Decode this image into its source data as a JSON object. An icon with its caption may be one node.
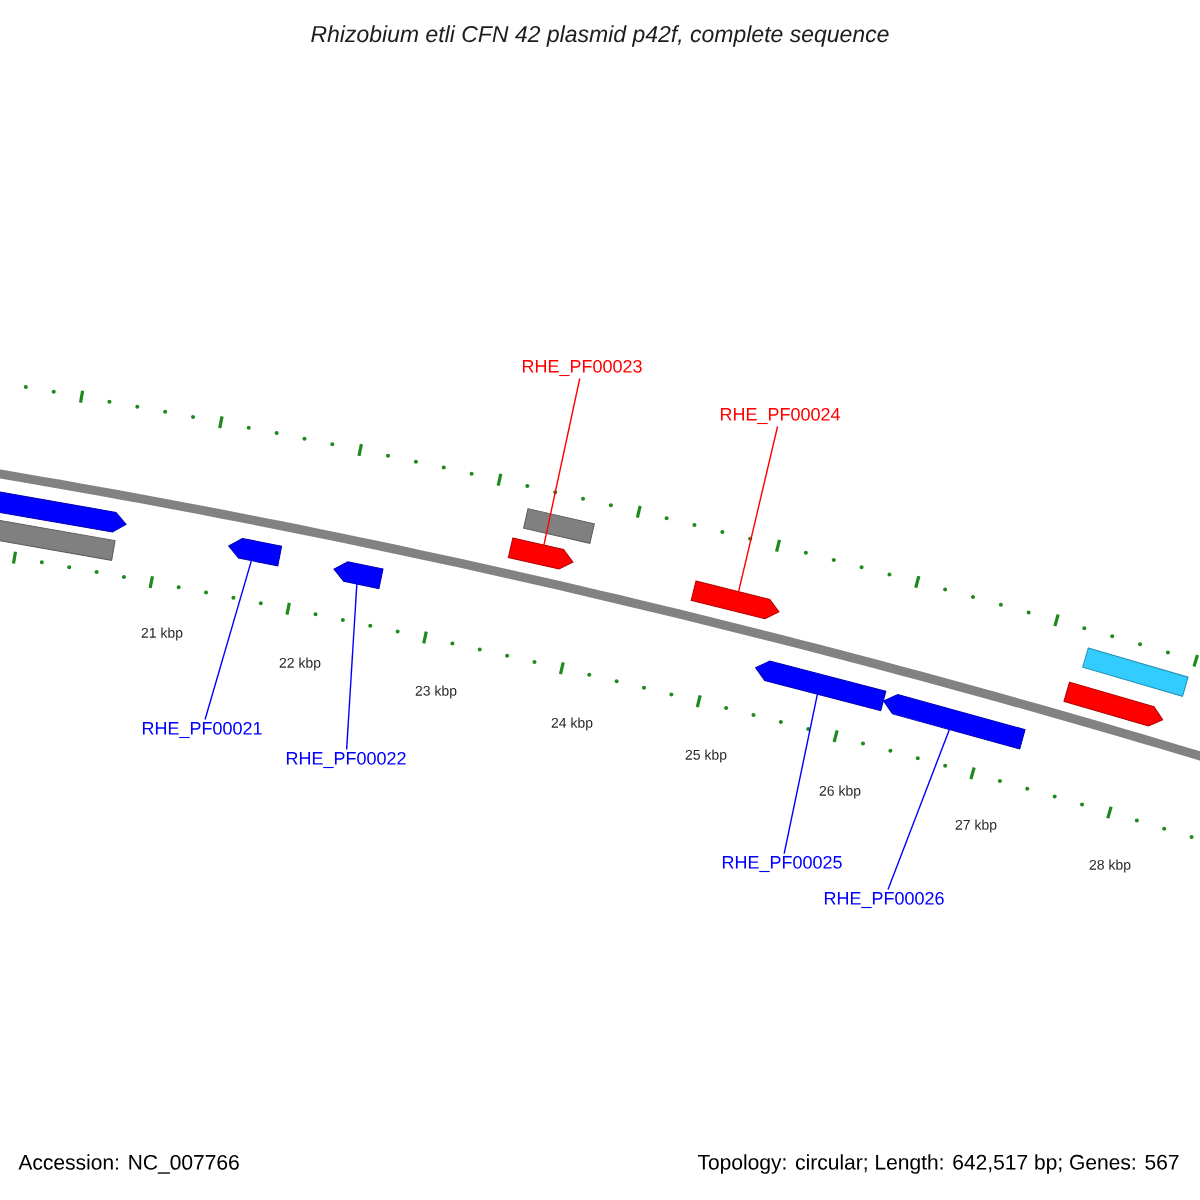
{
  "diagram": {
    "title": "*Rhizobium etli* CFN 42 plasmid p42f, complete sequence",
    "nodes": [
      {
        "text": [],
        "shape": "arrow"
      },
      {
        "text": [],
        "shape": "box"
      },
      {
        "text": [],
        "shape": "arrow"
      },
      {
        "text": [],
        "shape": "arrow"
      },
      {
        "text": [],
        "shape": "box"
      },
      {
        "text": [],
        "shape": "arrow"
      },
      {
        "text": [],
        "shape": "arrow"
      },
      {
        "text": [],
        "shape": "arrow"
      },
      {
        "text": [],
        "shape": "arrow"
      },
      {
        "text": [],
        "shape": "box"
      },
      {
        "text": [],
        "shape": "arrow"
      },
      {
        "text": [
          "RHE_PF00021"
        ]
      },
      {
        "text": [
          "RHE_PF00022"
        ]
      },
      {
        "text": [
          "RHE_PF00023"
        ]
      },
      {
        "text": [
          "RHE_PF00024"
        ]
      },
      {
        "text": [
          "RHE_PF00025"
        ]
      },
      {
        "text": [
          "RHE_PF00026"
        ]
      }
    ],
    "edges": [
      {
        "from": 11,
        "to": 2,
        "arrow": "none"
      },
      {
        "from": 12,
        "to": 3,
        "arrow": "none"
      },
      {
        "from": 13,
        "to": 5,
        "arrow": "none",
        "color": "#ff0000"
      },
      {
        "from": 14,
        "to": 6,
        "arrow": "none",
        "color": "#ff0000"
      },
      {
        "from": 15,
        "to": 7,
        "arrow": "none"
      },
      {
        "from": 16,
        "to": 8,
        "arrow": "none"
      }
    ],
    "labels": [
      "21 kbp",
      "22 kbp",
      "23 kbp",
      "24 kbp",
      "25 kbp",
      "26 kbp",
      "27 kbp",
      "28 kbp",
      "Accession: NC_007766",
      "Topology: circular; Length: 642,517 bp; Genes: 567"
    ]
  }
}
